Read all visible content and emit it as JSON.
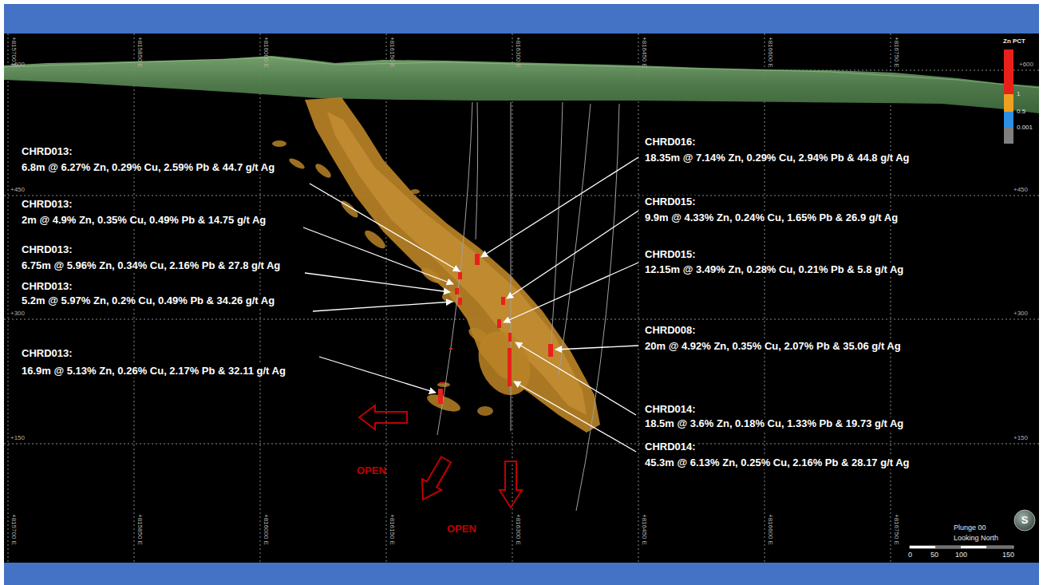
{
  "diagram": {
    "labels": [
      "Zn PCT",
      "+815700 E",
      "+815850 E",
      "+816000 E",
      "+816150 E",
      "+816300 E",
      "+816450 E",
      "+816600 E",
      "+816750 E",
      "+600",
      "+450",
      "+300",
      "+150",
      "+600",
      "+450",
      "+300",
      "+150",
      "CHRD013:",
      "6.8m @ 6.27% Zn, 0.29% Cu, 2.59% Pb & 44.7 g/t Ag",
      "CHRD013:",
      "2m @ 4.9% Zn, 0.35% Cu, 0.49% Pb & 14.75 g/t Ag",
      "CHRD013:",
      "6.75m @ 5.96% Zn, 0.34% Cu, 2.16% Pb & 27.8 g/t Ag",
      "CHRD013:",
      "5.2m @ 5.97% Zn, 0.2% Cu, 0.49% Pb & 34.26 g/t Ag",
      "CHRD013:",
      "16.9m @ 5.13% Zn, 0.26% Cu, 2.17% Pb & 32.11 g/t Ag",
      "CHRD016:",
      "18.35m @ 7.14% Zn, 0.29% Cu, 2.94% Pb & 44.8 g/t Ag",
      "CHRD015:",
      "9.9m @ 4.33% Zn, 0.24% Cu, 1.65% Pb & 26.9 g/t Ag",
      "CHRD015:",
      "12.15m @ 3.49% Zn, 0.28% Cu, 0.21% Pb & 5.8 g/t Ag",
      "CHRD008:",
      "20m @ 4.92% Zn, 0.35% Cu, 2.07% Pb & 35.06 g/t Ag",
      "CHRD014:",
      "18.5m @ 3.6% Zn, 0.18% Cu, 1.33% Pb & 19.73 g/t Ag",
      "CHRD014:",
      "45.3m @ 6.13% Zn, 0.25% Cu, 2.16% Pb & 28.17 g/t Ag",
      "OPEN",
      "OPEN",
      "Plunge 00",
      "Looking North",
      "0",
      "50",
      "100",
      "150",
      "S",
      "+815700 E",
      "+815850 E",
      "+816000 E",
      "+816150 E",
      "+816300 E",
      "+816450 E",
      "+816600 E",
      "+816750 E"
    ],
    "legend": [
      {
        "text": "1",
        "color": "#f0a020"
      },
      {
        "text": "0.5",
        "color": "#2f8fe0"
      },
      {
        "text": "0.001",
        "color": "#7f7f7f"
      }
    ]
  }
}
